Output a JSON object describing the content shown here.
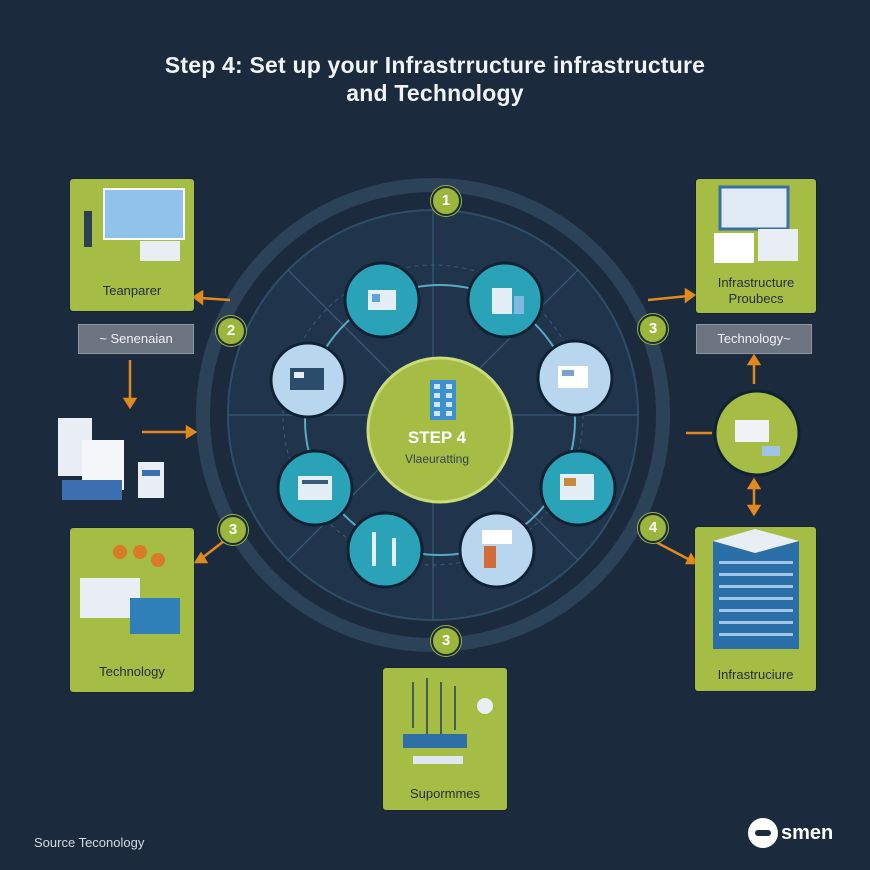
{
  "title": {
    "line1": "Step 4: Set up your Infrastrructure infrastructure",
    "line2": "and Technology"
  },
  "center": {
    "label": "STEP 4",
    "sublabel": "Vlaeuratting"
  },
  "markers": {
    "top": "1",
    "left_upper": "2",
    "right_upper": "3",
    "left_lower": "3",
    "right_lower": "4",
    "bottom": "3"
  },
  "cards": {
    "top_left": "Teanparer",
    "top_right_line1": "Infrastructure",
    "top_right_line2": "Proubecs",
    "bottom_left": "Technology",
    "bottom_right": "Infrastruciure",
    "bottom_center": "Supormmes"
  },
  "tags": {
    "left": "~ Senenaian",
    "right": "Technology~"
  },
  "footer": {
    "source": "Source  Teconology",
    "logo": "smen"
  },
  "colors": {
    "background": "#1c2a3d",
    "accent_green": "#a6bd45",
    "node_teal": "#2aa3b8",
    "node_light": "#b8d7ef",
    "arrow_orange": "#e08a1e"
  }
}
